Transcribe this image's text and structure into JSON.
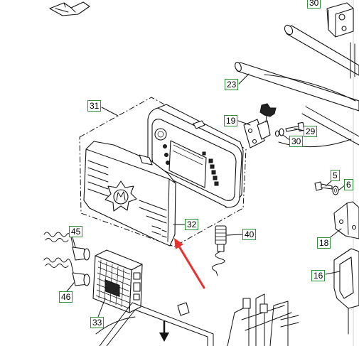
{
  "callouts": [
    "30",
    "23",
    "31",
    "19",
    "29",
    "30",
    "5",
    "6",
    "32",
    "40",
    "45",
    "18",
    "16",
    "46",
    "33"
  ],
  "colors": {
    "callout_border": "#2f8f3a",
    "highlight_arrow": "#e8322e",
    "line": "#111111"
  },
  "icons": {
    "highlight": "red-arrow-icon",
    "direction": "down-arrow-icon"
  }
}
